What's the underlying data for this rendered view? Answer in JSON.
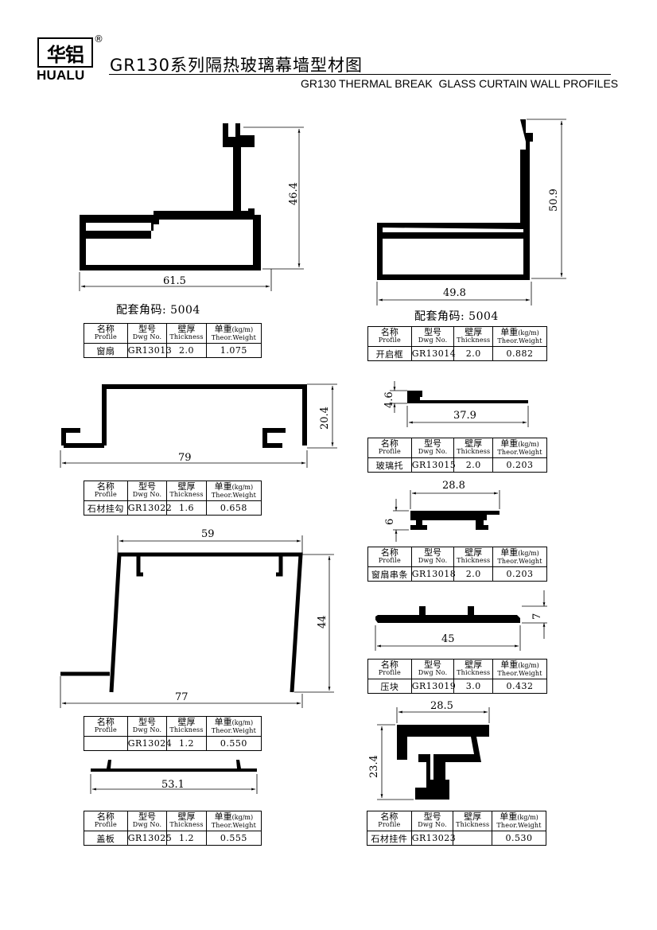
{
  "header": {
    "logo_cn": "华铝",
    "logo_en": "HUALU",
    "registered_mark": "®",
    "title_cn": "GR130系列隔热玻璃幕墙型材图",
    "title_en": "GR130 THERMAL BREAK  GLASS CURTAIN WALL PROFILES"
  },
  "table_headers": {
    "profile_cn": "名称",
    "profile_en": "Profile",
    "dwg_cn": "型号",
    "dwg_en": "Dwg No.",
    "thick_cn": "壁厚",
    "thick_en": "Thickness",
    "weight_cn": "单重",
    "weight_unit": "(kg/m)",
    "weight_en": "Theor.Weight"
  },
  "profiles": [
    {
      "name": "窗扇",
      "dwg": "GR13013",
      "thickness": "2.0",
      "weight": "1.075",
      "dims": [
        "61.5",
        "46.4"
      ],
      "note": "配套角码: 5004"
    },
    {
      "name": "开启框",
      "dwg": "GR13014",
      "thickness": "2.0",
      "weight": "0.882",
      "dims": [
        "49.8",
        "50.9"
      ],
      "note": "配套角码: 5004"
    },
    {
      "name": "石材挂勾",
      "dwg": "GR13022",
      "thickness": "1.6",
      "weight": "0.658",
      "dims": [
        "79",
        "20.4"
      ]
    },
    {
      "name": "玻璃托",
      "dwg": "GR13015",
      "thickness": "2.0",
      "weight": "0.203",
      "dims": [
        "37.9",
        "4.6"
      ]
    },
    {
      "name": "窗扇串条",
      "dwg": "GR13018",
      "thickness": "2.0",
      "weight": "0.203",
      "dims": [
        "28.8",
        "6"
      ]
    },
    {
      "name": "",
      "dwg": "GR13024",
      "thickness": "1.2",
      "weight": "0.550",
      "dims": [
        "59",
        "77",
        "44"
      ]
    },
    {
      "name": "压块",
      "dwg": "GR13019",
      "thickness": "3.0",
      "weight": "0.432",
      "dims": [
        "45",
        "7"
      ]
    },
    {
      "name": "盖板",
      "dwg": "GR13025",
      "thickness": "1.2",
      "weight": "0.555",
      "dims": [
        "53.1"
      ]
    },
    {
      "name": "石材挂件",
      "dwg": "GR13023",
      "thickness": "",
      "weight": "0.530",
      "dims": [
        "28.5",
        "23.4"
      ]
    }
  ]
}
